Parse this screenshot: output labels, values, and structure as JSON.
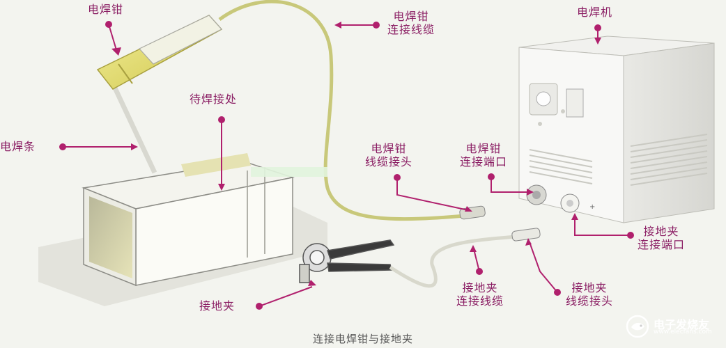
{
  "diagram": {
    "caption": "连接电焊钳与接地夹",
    "labels": {
      "electrode_holder": "电焊钳",
      "holder_cable_line1": "电焊钳",
      "holder_cable_line2": "连接线缆",
      "welding_machine": "电焊机",
      "weld_point": "待焊接处",
      "electrode": "电焊条",
      "holder_connector_line1": "电焊钳",
      "holder_connector_line2": "线缆接头",
      "holder_port_line1": "电焊钳",
      "holder_port_line2": "连接端口",
      "ground_port_line1": "接地夹",
      "ground_port_line2": "连接端口",
      "ground_clamp": "接地夹",
      "ground_cable_line1": "接地夹",
      "ground_cable_line2": "连接线缆",
      "ground_connector_line1": "接地夹",
      "ground_connector_line2": "线缆接头"
    },
    "colors": {
      "label": "#8a1d63",
      "marker": "#b0206d",
      "cable": "#c8c87a",
      "machine": "#f6f6f3"
    }
  },
  "watermark": {
    "title": "电子发烧友",
    "subtitle": "www.elecfans.com",
    "icon": "fish-logo-icon"
  }
}
